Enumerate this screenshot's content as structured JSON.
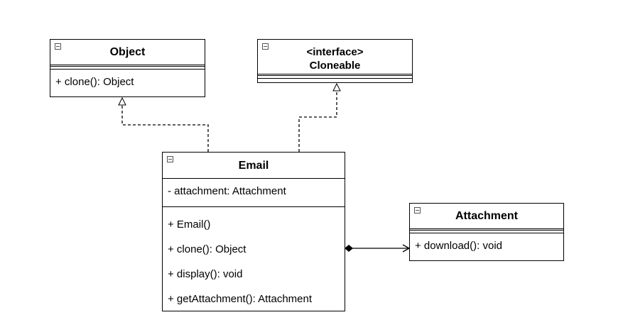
{
  "object_class": {
    "name": "Object",
    "methods": [
      "+ clone(): Object"
    ]
  },
  "cloneable_class": {
    "stereotype": "<interface>",
    "name": "Cloneable"
  },
  "email_class": {
    "name": "Email",
    "attributes": [
      "- attachment: Attachment"
    ],
    "methods": [
      "+ Email()",
      "+ clone(): Object",
      "+ display(): void",
      "+ getAttachment(): Attachment"
    ]
  },
  "attachment_class": {
    "name": "Attachment",
    "methods": [
      "+ download(): void"
    ]
  }
}
